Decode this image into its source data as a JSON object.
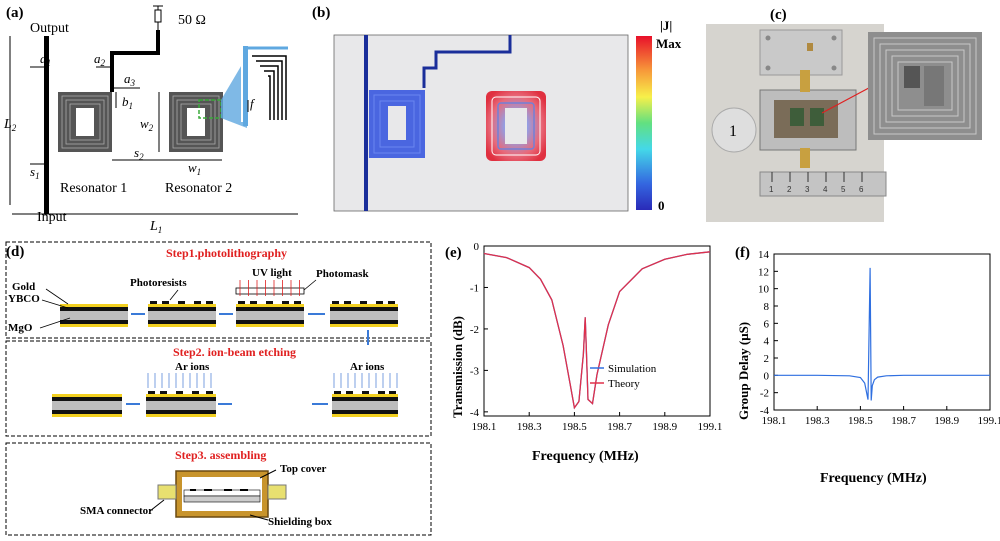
{
  "panels": {
    "a": {
      "label": "(a)",
      "output": "Output",
      "input": "Input",
      "impedance": "50 Ω",
      "resonator1": "Resonator 1",
      "resonator2": "Resonator 2",
      "dims": {
        "a1": "a",
        "a1s": "1",
        "a2": "a",
        "a2s": "2",
        "a3": "a",
        "a3s": "3",
        "b1": "b",
        "b1s": "1",
        "w2": "w",
        "w2s": "2",
        "s2": "s",
        "s2s": "2",
        "w1": "w",
        "w1s": "1",
        "s1": "s",
        "s1s": "1",
        "f": "f",
        "L1": "L",
        "L1s": "1",
        "L2": "L",
        "L2s": "2"
      }
    },
    "b": {
      "label": "(b)",
      "colorbar_title": "|J|",
      "colorbar_max": "Max",
      "colorbar_min": "0"
    },
    "c": {
      "label": "(c)",
      "ruler_ticks": [
        "1",
        "2",
        "3",
        "4",
        "5",
        "6"
      ]
    },
    "d": {
      "label": "(d)",
      "step1": "Step1.photolithography",
      "step2": "Step2. ion-beam etching",
      "step3": "Step3. assembling",
      "gold": "Gold",
      "ybco": "YBCO",
      "mgo": "MgO",
      "photoresists": "Photoresists",
      "uv_light": "UV light",
      "photomask": "Photomask",
      "ar_ions_1": "Ar ions",
      "ar_ions_2": "Ar ions",
      "top_cover": "Top cover",
      "sma_connector": "SMA connector",
      "shielding_box": "Shielding box"
    },
    "e": {
      "label": "(e)",
      "ylabel": "Transmission (dB)",
      "xlabel": "Frequency (MHz)",
      "legend_sim": "Simulation",
      "legend_theory": "Theory"
    },
    "f": {
      "label": "(f)",
      "ylabel": "Group Delay (μS)",
      "xlabel": "Frequency (MHz)"
    }
  },
  "chart_data": [
    {
      "type": "line",
      "xlabel": "Frequency (MHz)",
      "ylabel": "Transmission (dB)",
      "xlim": [
        198.1,
        199.1
      ],
      "ylim": [
        -4.1,
        0
      ],
      "xticks": [
        198.1,
        198.3,
        198.5,
        198.7,
        198.9,
        199.1
      ],
      "yticks": [
        0,
        -1,
        -2,
        -3,
        -4
      ],
      "legend": "right",
      "series": [
        {
          "name": "Simulation",
          "color": "#2f6fe0",
          "x": [
            198.1,
            198.2,
            198.3,
            198.35,
            198.4,
            198.45,
            198.48,
            198.5,
            198.52,
            198.54,
            198.548,
            198.552,
            198.56,
            198.58,
            198.6,
            198.65,
            198.7,
            198.8,
            198.9,
            199.0,
            199.1
          ],
          "y": [
            -0.18,
            -0.28,
            -0.52,
            -0.8,
            -1.3,
            -2.4,
            -3.3,
            -3.9,
            -3.75,
            -2.6,
            -1.72,
            -2.4,
            -3.7,
            -3.8,
            -3.1,
            -1.9,
            -1.1,
            -0.55,
            -0.32,
            -0.2,
            -0.14
          ]
        },
        {
          "name": "Theory",
          "color": "#e0304a",
          "x": [
            198.1,
            198.2,
            198.3,
            198.35,
            198.4,
            198.45,
            198.48,
            198.5,
            198.52,
            198.54,
            198.548,
            198.552,
            198.56,
            198.58,
            198.6,
            198.65,
            198.7,
            198.8,
            198.9,
            199.0,
            199.1
          ],
          "y": [
            -0.18,
            -0.28,
            -0.52,
            -0.8,
            -1.3,
            -2.4,
            -3.3,
            -3.9,
            -3.75,
            -2.6,
            -1.72,
            -2.4,
            -3.7,
            -3.8,
            -3.1,
            -1.9,
            -1.1,
            -0.55,
            -0.32,
            -0.2,
            -0.14
          ]
        }
      ]
    },
    {
      "type": "line",
      "xlabel": "Frequency (MHz)",
      "ylabel": "Group Delay (μS)",
      "xlim": [
        198.1,
        199.1
      ],
      "ylim": [
        -4,
        14
      ],
      "xticks": [
        198.1,
        198.3,
        198.5,
        198.7,
        198.9,
        199.1
      ],
      "yticks": [
        -4,
        -2,
        0,
        2,
        4,
        6,
        8,
        10,
        12,
        14
      ],
      "series": [
        {
          "color": "#2f6fe0",
          "x": [
            198.1,
            198.3,
            198.45,
            198.5,
            198.52,
            198.535,
            198.545,
            198.55,
            198.555,
            198.565,
            198.58,
            198.62,
            198.7,
            198.9,
            199.1
          ],
          "y": [
            0,
            0,
            -0.05,
            -0.25,
            -0.9,
            -2.8,
            12.4,
            -2.9,
            -1.2,
            -0.5,
            -0.2,
            -0.05,
            0,
            0,
            0
          ]
        }
      ]
    }
  ]
}
